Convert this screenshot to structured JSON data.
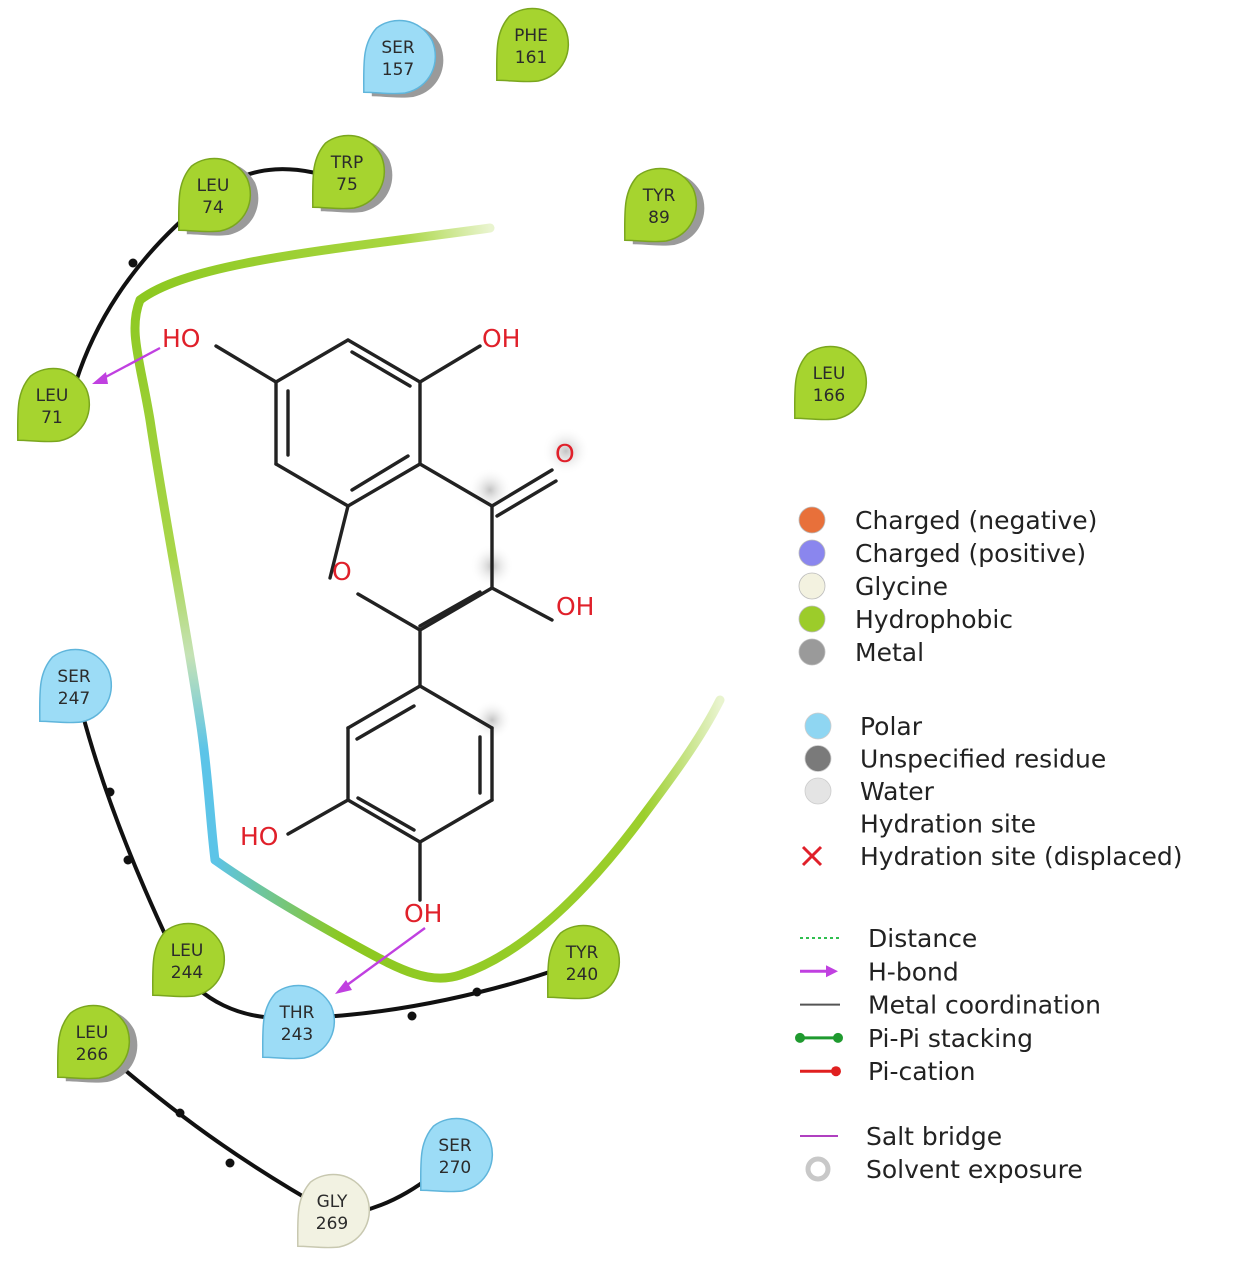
{
  "residues": [
    {
      "id": "ser157",
      "line1": "SER",
      "line2": "157",
      "type": "polar",
      "shadow": true
    },
    {
      "id": "phe161",
      "line1": "PHE",
      "line2": "161",
      "type": "hydrophobic",
      "shadow": false
    },
    {
      "id": "leu74",
      "line1": "LEU",
      "line2": "74",
      "type": "hydrophobic",
      "shadow": true
    },
    {
      "id": "trp75",
      "line1": "TRP",
      "line2": "75",
      "type": "hydrophobic",
      "shadow": true
    },
    {
      "id": "tyr89",
      "line1": "TYR",
      "line2": "89",
      "type": "hydrophobic",
      "shadow": true
    },
    {
      "id": "leu71",
      "line1": "LEU",
      "line2": "71",
      "type": "hydrophobic",
      "shadow": false
    },
    {
      "id": "leu166",
      "line1": "LEU",
      "line2": "166",
      "type": "hydrophobic",
      "shadow": false
    },
    {
      "id": "ser247",
      "line1": "SER",
      "line2": "247",
      "type": "polar",
      "shadow": false
    },
    {
      "id": "leu244",
      "line1": "LEU",
      "line2": "244",
      "type": "hydrophobic",
      "shadow": false
    },
    {
      "id": "tyr240",
      "line1": "TYR",
      "line2": "240",
      "type": "hydrophobic",
      "shadow": false
    },
    {
      "id": "thr243",
      "line1": "THR",
      "line2": "243",
      "type": "polar",
      "shadow": false
    },
    {
      "id": "leu266",
      "line1": "LEU",
      "line2": "266",
      "type": "hydrophobic",
      "shadow": true
    },
    {
      "id": "ser270",
      "line1": "SER",
      "line2": "270",
      "type": "polar",
      "shadow": false
    },
    {
      "id": "gly269",
      "line1": "GLY",
      "line2": "269",
      "type": "glycine",
      "shadow": false
    }
  ],
  "atoms": [
    {
      "id": "oh7",
      "text": "HO"
    },
    {
      "id": "oh5",
      "text": "OH"
    },
    {
      "id": "o4",
      "text": "O"
    },
    {
      "id": "o1",
      "text": "O"
    },
    {
      "id": "oh3",
      "text": "OH"
    },
    {
      "id": "oh3p",
      "text": "HO"
    },
    {
      "id": "oh4p",
      "text": "OH"
    }
  ],
  "legend": {
    "residue_types": [
      {
        "id": "charged-negative",
        "label": "Charged (negative)",
        "color": "#e8703a"
      },
      {
        "id": "charged-positive",
        "label": "Charged (positive)",
        "color": "#8a86ee"
      },
      {
        "id": "glycine",
        "label": "Glycine",
        "color": "#f3f2e0"
      },
      {
        "id": "hydrophobic",
        "label": "Hydrophobic",
        "color": "#9ccc2a"
      },
      {
        "id": "metal",
        "label": "Metal",
        "color": "#9a9a9a"
      }
    ],
    "other_types": [
      {
        "id": "polar",
        "label": "Polar",
        "color": "#8fd6f2",
        "marker": "circle"
      },
      {
        "id": "unspecified-residue",
        "label": "Unspecified residue",
        "color": "#7a7a7a",
        "marker": "circle"
      },
      {
        "id": "water",
        "label": "Water",
        "color": "#e4e4e4",
        "marker": "circle"
      },
      {
        "id": "hydration-site",
        "label": "Hydration site",
        "color": "",
        "marker": "none"
      },
      {
        "id": "hydration-site-displaced",
        "label": "Hydration site (displaced)",
        "color": "#e0202a",
        "marker": "cross"
      }
    ],
    "interactions": [
      {
        "id": "distance",
        "label": "Distance",
        "color": "#2fbf4f",
        "marker": "dotted"
      },
      {
        "id": "h-bond",
        "label": "H-bond",
        "color": "#c040e0",
        "marker": "arrow"
      },
      {
        "id": "metal-coordination",
        "label": "Metal coordination",
        "color": "#555555",
        "marker": "line"
      },
      {
        "id": "pi-pi-stacking",
        "label": "Pi-Pi stacking",
        "color": "#1f9a2f",
        "marker": "dots"
      },
      {
        "id": "pi-cation",
        "label": "Pi-cation",
        "color": "#e02020",
        "marker": "dot-end"
      }
    ],
    "misc": [
      {
        "id": "salt-bridge",
        "label": "Salt bridge",
        "color": "#b040c0",
        "marker": "line"
      },
      {
        "id": "solvent-exposure",
        "label": "Solvent exposure",
        "color": "#c8c8c8",
        "marker": "ring"
      }
    ]
  },
  "colors": {
    "hydrophobic": "#a6d42f",
    "hydrophobic_edge": "#7aa61e",
    "polar": "#9cdcf6",
    "polar_edge": "#5fb5db",
    "glycine": "#f2f2e2",
    "glycine_edge": "#c8c8b0",
    "shadow": "#9a9a9a",
    "backbone": "#111111",
    "pocket_green": "#8cc820",
    "pocket_blue": "#5cc4e8",
    "hbond": "#c040e0",
    "atom_red": "#e0202a"
  }
}
